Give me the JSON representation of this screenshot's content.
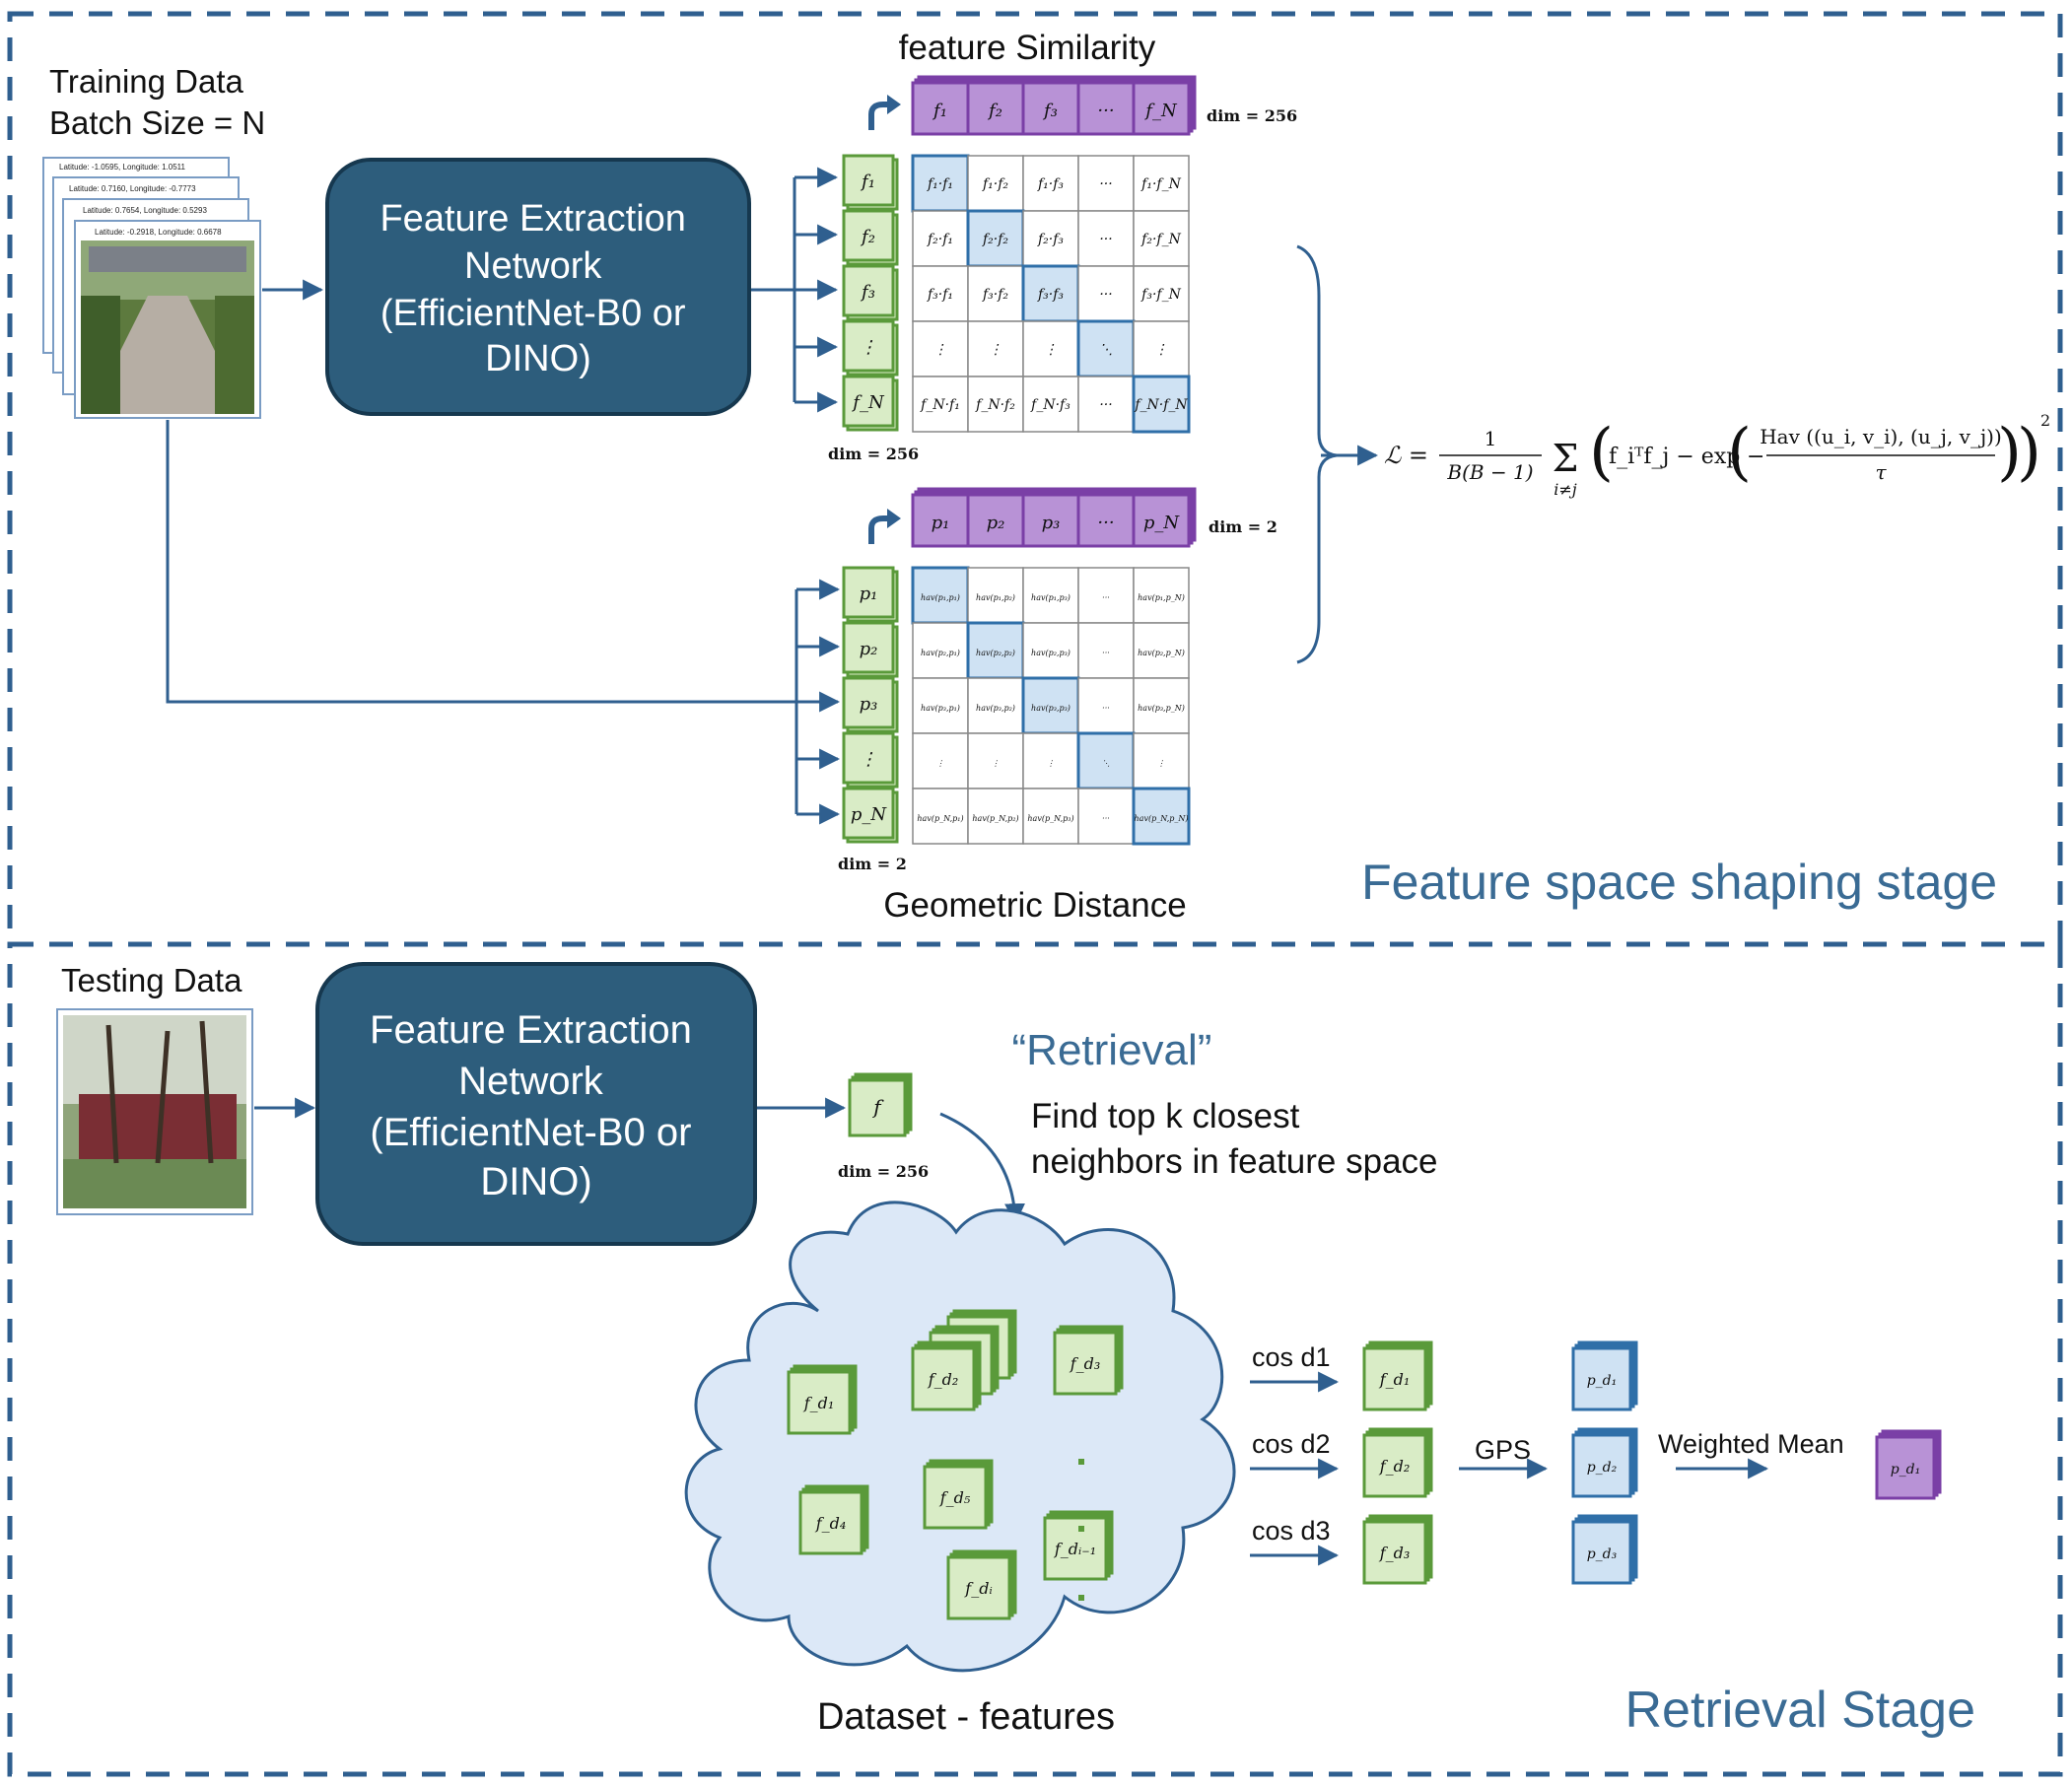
{
  "stage1": {
    "title": "Feature space shaping stage",
    "training_label": "Training Data",
    "batch_label": "Batch Size = N",
    "photo_captions": [
      "Latitude: -1.0595, Longitude: 1.0511",
      "Latitude: 0.7160, Longitude: -0.7773",
      "Latitude: 0.7654, Longitude: 0.5293",
      "Latitude: -0.2918, Longitude: 0.6678"
    ],
    "network_lines": [
      "Feature Extraction",
      "Network",
      "(EfficientNet-B0 or",
      "DINO)"
    ],
    "feature_similarity": {
      "title": "feature Similarity",
      "header": [
        "f₁",
        "f₂",
        "f₃",
        "···",
        "f_N"
      ],
      "rows": [
        "f₁",
        "f₂",
        "f₃",
        "⋮",
        "f_N"
      ],
      "cells": [
        [
          "f₁·f₁",
          "f₁·f₂",
          "f₁·f₃",
          "···",
          "f₁·f_N"
        ],
        [
          "f₂·f₁",
          "f₂·f₂",
          "f₂·f₃",
          "···",
          "f₂·f_N"
        ],
        [
          "f₃·f₁",
          "f₃·f₂",
          "f₃·f₃",
          "···",
          "f₃·f_N"
        ],
        [
          "⋮",
          "⋮",
          "⋮",
          "⋱",
          "⋮"
        ],
        [
          "f_N·f₁",
          "f_N·f₂",
          "f_N·f₃",
          "···",
          "f_N·f_N"
        ]
      ],
      "dim_top": "dim = 256",
      "dim_bottom": "dim = 256"
    },
    "geometric_distance": {
      "title": "Geometric Distance",
      "header": [
        "p₁",
        "p₂",
        "p₃",
        "···",
        "p_N"
      ],
      "rows": [
        "p₁",
        "p₂",
        "p₃",
        "⋮",
        "p_N"
      ],
      "cells": [
        [
          "hav(p₁,p₁)",
          "hav(p₁,p₂)",
          "hav(p₁,p₃)",
          "···",
          "hav(p₁,p_N)"
        ],
        [
          "hav(p₂,p₁)",
          "hav(p₂,p₂)",
          "hav(p₂,p₃)",
          "···",
          "hav(p₂,p_N)"
        ],
        [
          "hav(p₃,p₁)",
          "hav(p₃,p₂)",
          "hav(p₃,p₃)",
          "···",
          "hav(p₃,p_N)"
        ],
        [
          "⋮",
          "⋮",
          "⋮",
          "⋱",
          "⋮"
        ],
        [
          "hav(p_N,p₁)",
          "hav(p_N,p₂)",
          "hav(p_N,p₃)",
          "···",
          "hav(p_N,p_N)"
        ]
      ],
      "dim_top": "dim = 2",
      "dim_bottom": "dim = 2"
    },
    "loss": {
      "lhs": "ℒ =",
      "frac_num": "1",
      "frac_den": "B(B − 1)",
      "sum": "Σ",
      "sum_sub": "i≠j",
      "term": "f_iᵀf_j − exp",
      "hav_num": "Hav ((u_i, v_i), (u_j, v_j))",
      "hav_den": "τ",
      "power": "2"
    }
  },
  "stage2": {
    "title": "Retrieval Stage",
    "testing_label": "Testing Data",
    "network_lines": [
      "Feature Extraction",
      "Network",
      "(EfficientNet-B0 or",
      "DINO)"
    ],
    "query_feature": "f",
    "query_dim": "dim = 256",
    "retrieval_title": "“Retrieval”",
    "retrieval_desc": [
      "Find top k closest",
      "neighbors in feature space"
    ],
    "cloud_label": "Dataset - features",
    "cloud_items": [
      "f_d₁",
      "f_d₂",
      "f_d₃",
      "f_d₄",
      "f_d₅",
      "f_dᵢ",
      "f_dᵢ₋₁"
    ],
    "cos_labels": [
      "cos d1",
      "cos d2",
      "cos d3"
    ],
    "selected_features": [
      "f_d₁",
      "f_d₂",
      "f_d₃"
    ],
    "gps_label": "GPS",
    "gps_points": [
      "p_d₁",
      "p_d₂",
      "p_d₃"
    ],
    "weighted_label": "Weighted Mean",
    "result": "p_d₁"
  },
  "colors": {
    "border": "#2f5f8f",
    "network_fill": "#2d5d7c",
    "feature_green_fill": "#d9ecc6",
    "feature_green_edge": "#5a9a3a",
    "header_purple_fill": "#b892d6",
    "header_purple_edge": "#7a3fa6",
    "diag_blue_fill": "#cfe2f3",
    "diag_blue_edge": "#2f6fa8",
    "cloud_fill": "#dce8f7",
    "title_blue": "#3a6b94"
  }
}
